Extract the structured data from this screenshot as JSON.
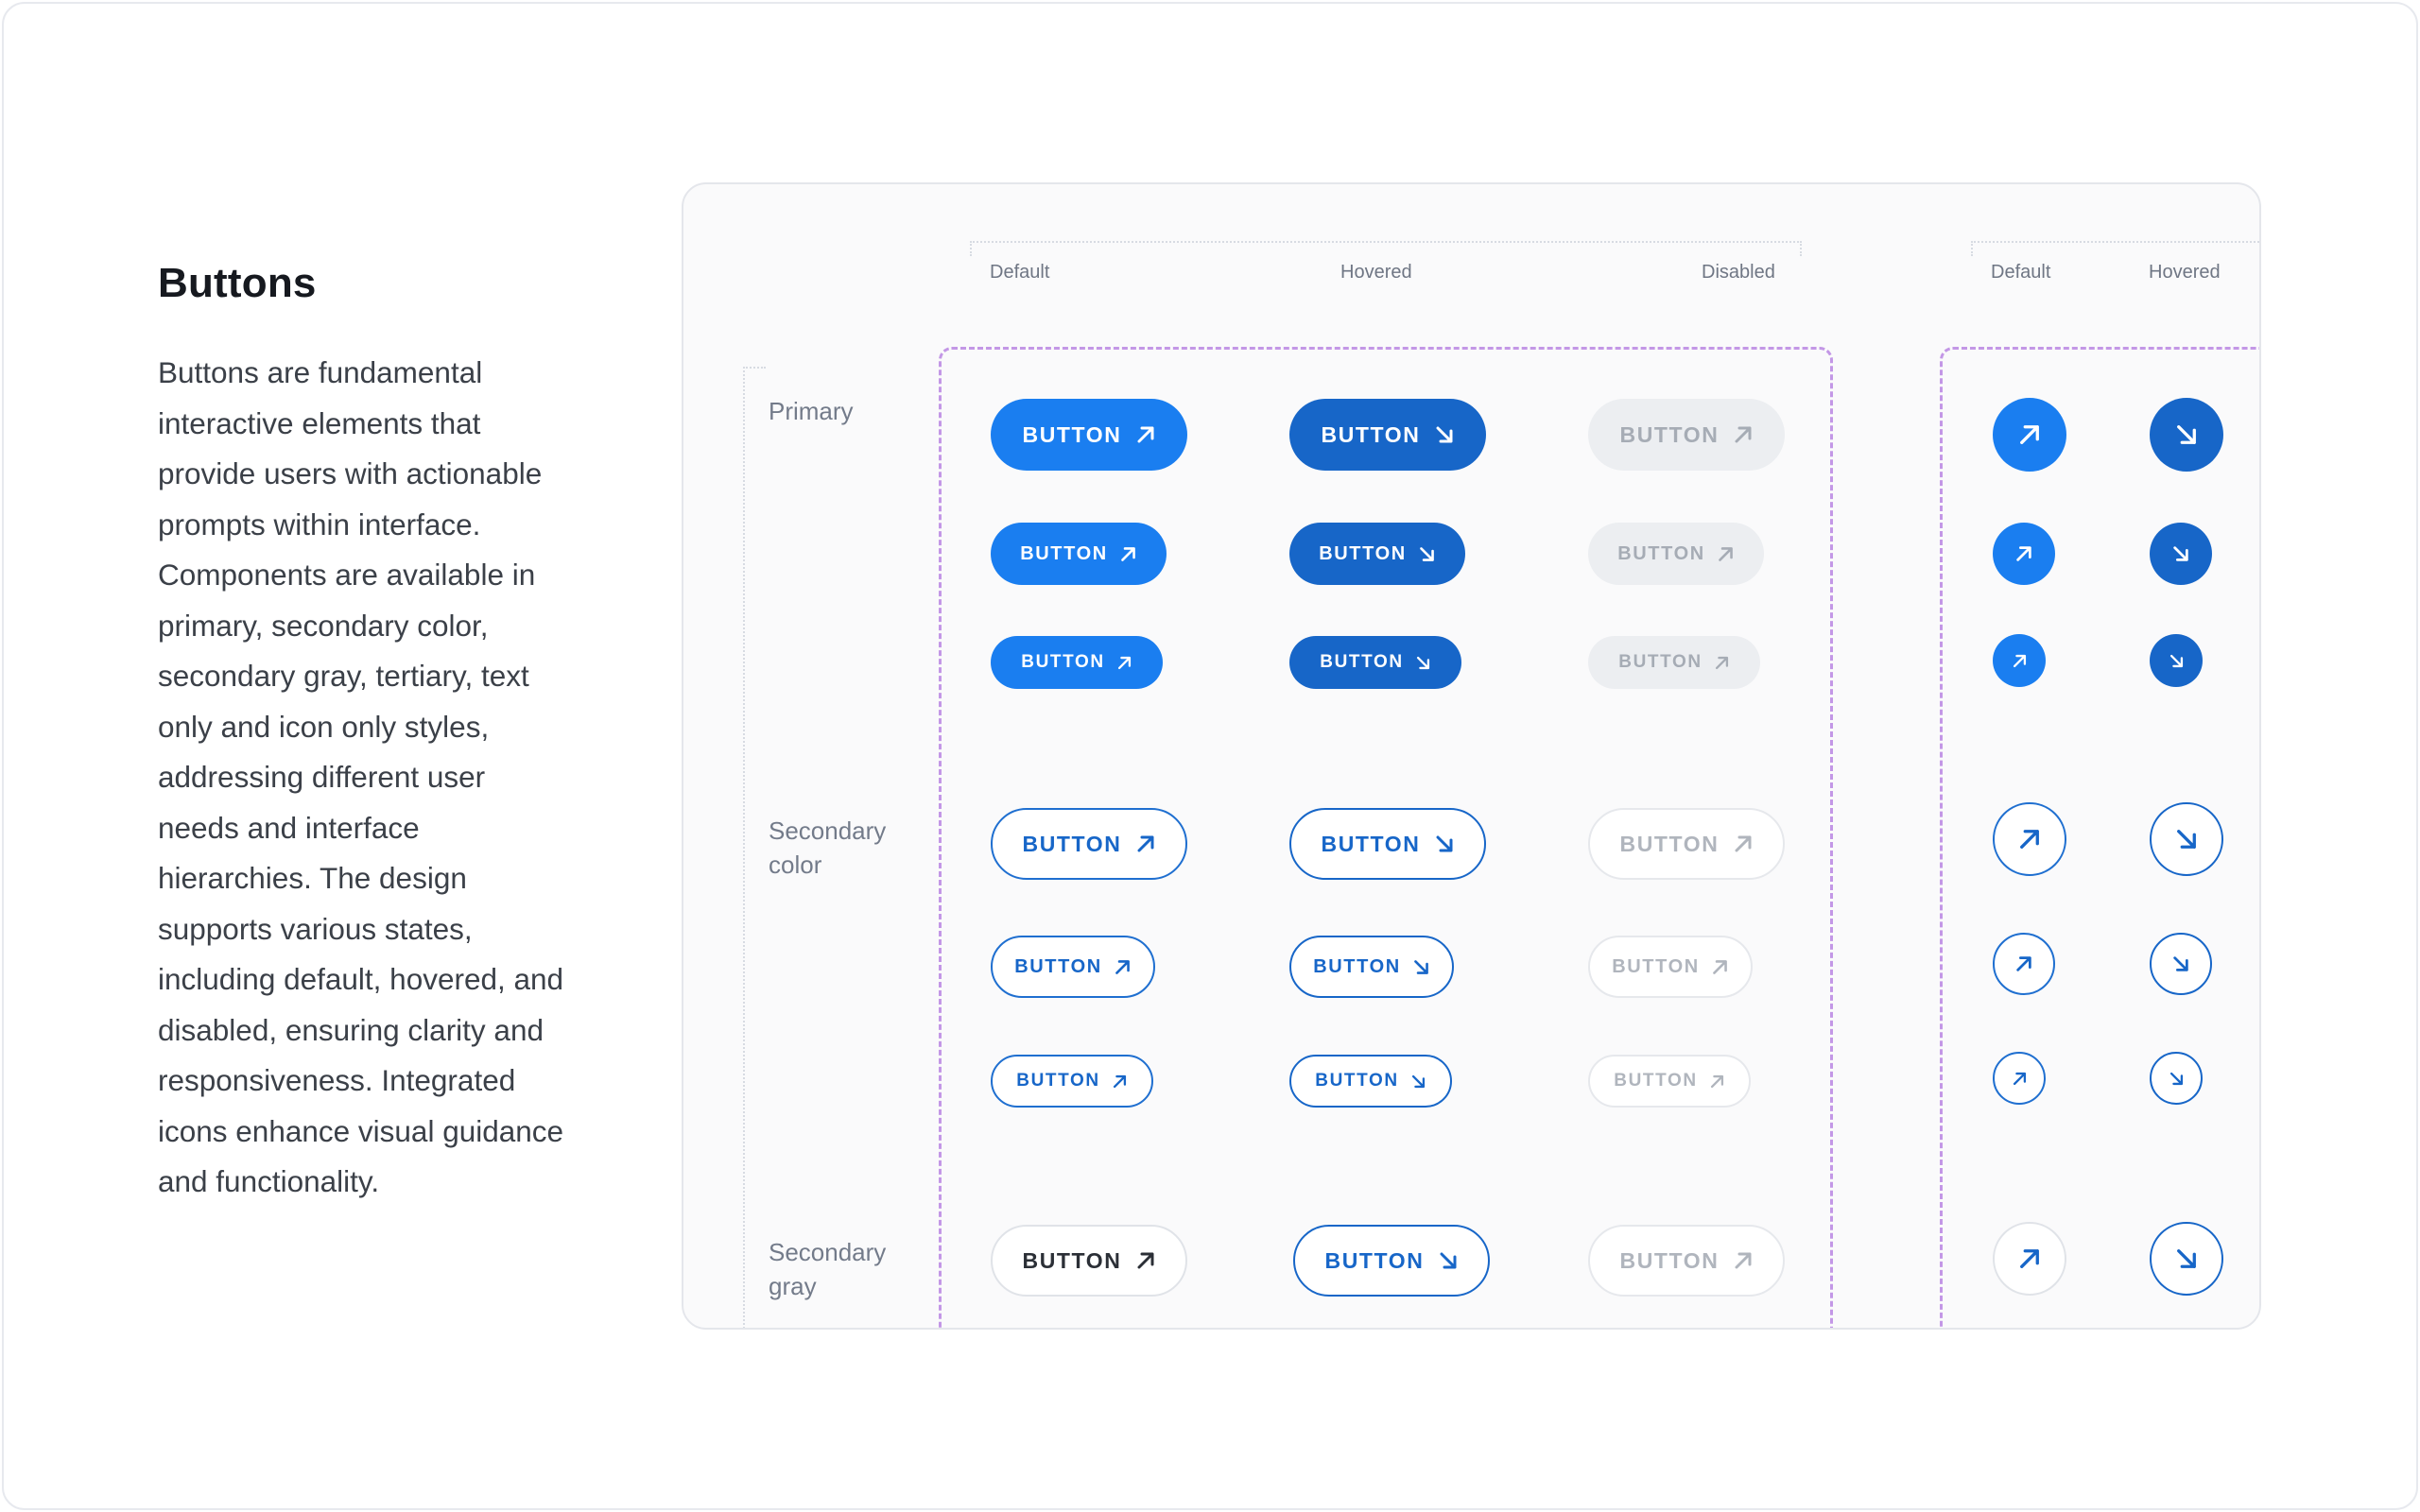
{
  "intro": {
    "title": "Buttons",
    "text": "Buttons are fundamental interactive elements that provide users with actionable prompts within interface. Components are available in primary, secondary color, secondary gray, tertiary, text only and icon only styles, addressing different user needs and interface hierarchies. The design supports various states, including default, hovered, and disabled, ensuring clarity and responsiveness. Integrated icons enhance visual guidance and functionality."
  },
  "columns": {
    "default": "Default",
    "hovered": "Hovered",
    "disabled": "Disabled",
    "icon_default": "Default",
    "icon_hovered": "Hovered"
  },
  "rows": {
    "primary": "Primary",
    "secondary_color_1": "Secondary",
    "secondary_color_2": "color",
    "secondary_gray_1": "Secondary",
    "secondary_gray_2": "gray"
  },
  "button_label": "BUTTON",
  "icons": {
    "default": "arrow-up-right-icon",
    "hovered": "arrow-down-right-icon"
  },
  "colors": {
    "primary": "#1a7ef0",
    "primary_hover": "#1766c8",
    "disabled_bg": "#eceef1",
    "disabled_text": "#a6acb5",
    "group_outline": "#c397e6"
  }
}
